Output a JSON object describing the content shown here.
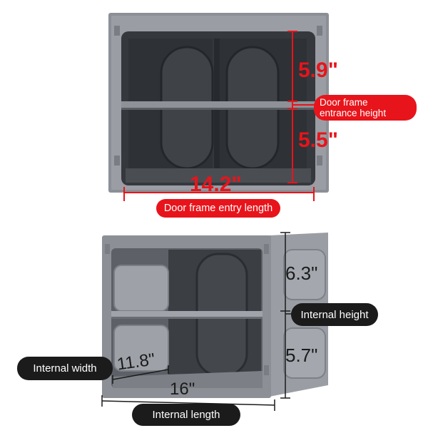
{
  "top_view": {
    "height_upper": "5.9\"",
    "height_lower": "5.5\"",
    "length": "14.2\"",
    "label_height": "Door frame entrance height",
    "label_height_line1": "Door frame",
    "label_height_line2": "entrance height",
    "label_length": "Door frame entry length"
  },
  "bottom_view": {
    "height_upper": "6.3\"",
    "height_lower": "5.7\"",
    "width": "11.8\"",
    "length": "16\"",
    "label_height": "Internal height",
    "label_width": "Internal width",
    "label_length": "Internal length"
  },
  "colors": {
    "accent_red": "#e8141b",
    "pill_dark": "#1b1b1b",
    "frame_gray": "#8c9096",
    "interior_dark": "#35383d"
  }
}
